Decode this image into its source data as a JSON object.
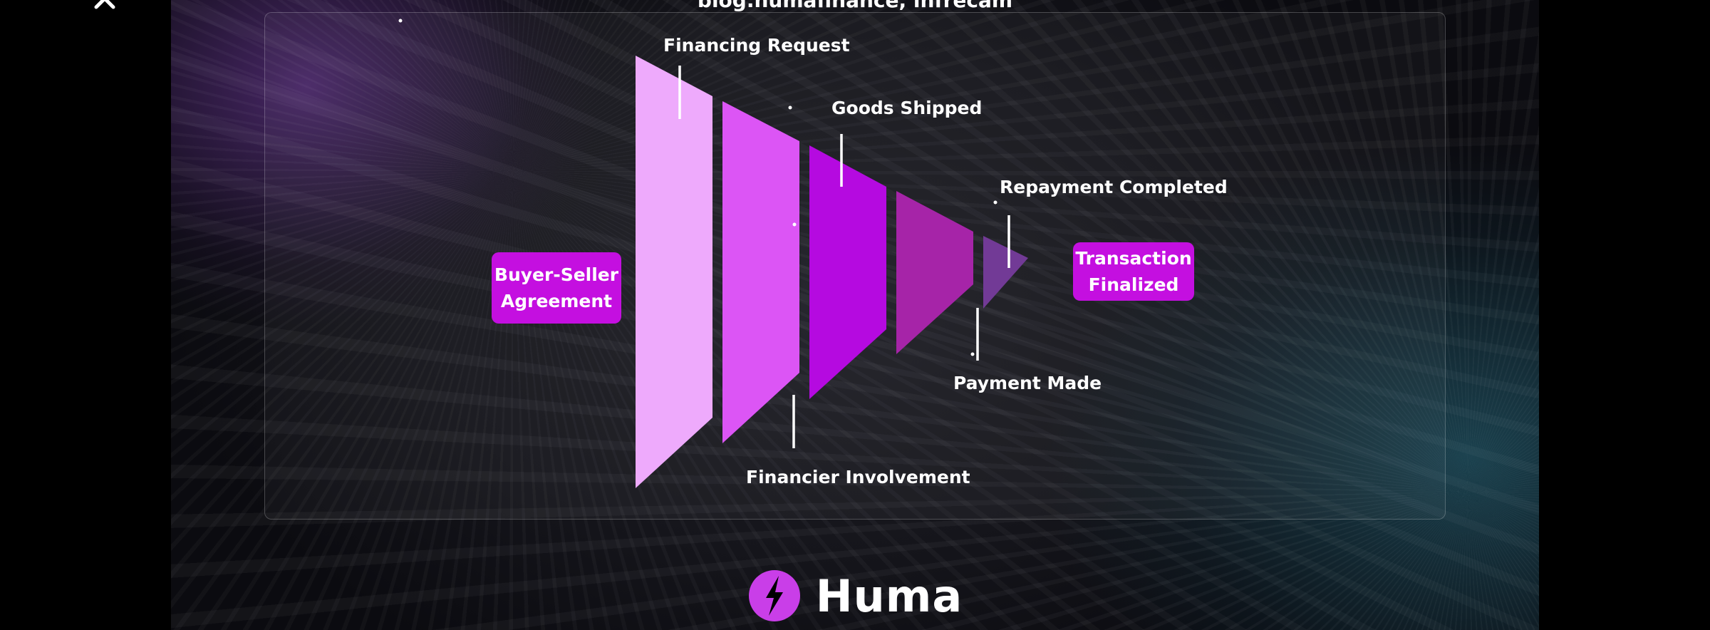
{
  "viewer": {
    "close_icon": "close-icon",
    "top_caption": "blog.humafinance, infrecam"
  },
  "diagram": {
    "left_pill_lines": [
      "Buyer-Seller",
      "Agreement"
    ],
    "right_pill_lines": [
      "Transaction",
      "Finalized"
    ],
    "stage_labels": {
      "financing_request": "Financing Request",
      "goods_shipped": "Goods Shipped",
      "repayment_completed": "Repayment Completed",
      "payment_made": "Payment Made",
      "financier_involvement": "Financier Involvement"
    },
    "colors": {
      "segment_1": "#eeaafc",
      "segment_2": "#dc55f5",
      "segment_3": "#b50ae0",
      "segment_4": "#a624a8",
      "segment_5": "#723a96",
      "pill": "#c40fe0"
    }
  },
  "brand": {
    "name": "Huma",
    "logo_icon": "huma-logo-icon"
  }
}
